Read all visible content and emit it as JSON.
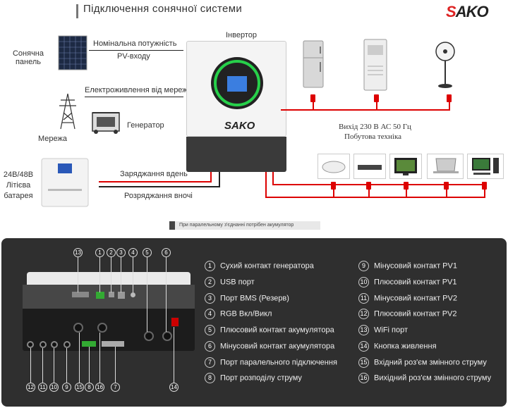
{
  "header": {
    "title": "Підключення сонячної системи",
    "logo_prefix": "S",
    "logo_suffix": "AKO"
  },
  "diagram": {
    "solar_panel": "Сонячна панель",
    "pv_power": "Номінальна потужність",
    "pv_input": "PV-входу",
    "inverter": "Інвертор",
    "grid_supply": "Електроживлення від мережі",
    "grid": "Мережа",
    "generator": "Генератор",
    "battery_label_1": "24В/48В",
    "battery_label_2": "Літієва",
    "battery_label_3": "батарея",
    "charge_day": "Заряджання вдень",
    "discharge_night": "Розряджання вночі",
    "output_1": "Вихід 230 В АС 50 Гц",
    "output_2": "Побутова техніка",
    "inverter_brand": "SAKO",
    "parallel_note": "При паралельному з'єднанні потрібен акумулятор"
  },
  "legend_left": [
    {
      "num": "1",
      "text": "Сухий контакт генератора"
    },
    {
      "num": "2",
      "text": "USB порт"
    },
    {
      "num": "3",
      "text": "Порт BMS (Резерв)"
    },
    {
      "num": "4",
      "text": "RGB Вкл/Викл"
    },
    {
      "num": "5",
      "text": "Плюсовий контакт акумулятора"
    },
    {
      "num": "6",
      "text": "Мінусовий контакт акумулятора"
    },
    {
      "num": "7",
      "text": "Порт паралельного підключення"
    },
    {
      "num": "8",
      "text": "Порт розподілу струму"
    }
  ],
  "legend_right": [
    {
      "num": "9",
      "text": "Мінусовий контакт PV1"
    },
    {
      "num": "10",
      "text": "Плюсовий контакт PV1"
    },
    {
      "num": "11",
      "text": "Мінусовий контакт PV2"
    },
    {
      "num": "12",
      "text": "Плюсовий контакт PV2"
    },
    {
      "num": "13",
      "text": "WiFi порт"
    },
    {
      "num": "14",
      "text": "Кнопка живлення"
    },
    {
      "num": "15",
      "text": "Вхідний роз'єм змінного струму"
    },
    {
      "num": "16",
      "text": "Вихідний роз'єм змінного струму"
    }
  ],
  "callouts_top": [
    "13",
    "1",
    "2",
    "3",
    "4",
    "5",
    "6"
  ],
  "callouts_bottom": [
    "12",
    "11",
    "10",
    "9",
    "15",
    "8",
    "16",
    "7",
    "14"
  ],
  "colors": {
    "wire": "#d00000",
    "panel_bg": "#2f2f2f"
  }
}
